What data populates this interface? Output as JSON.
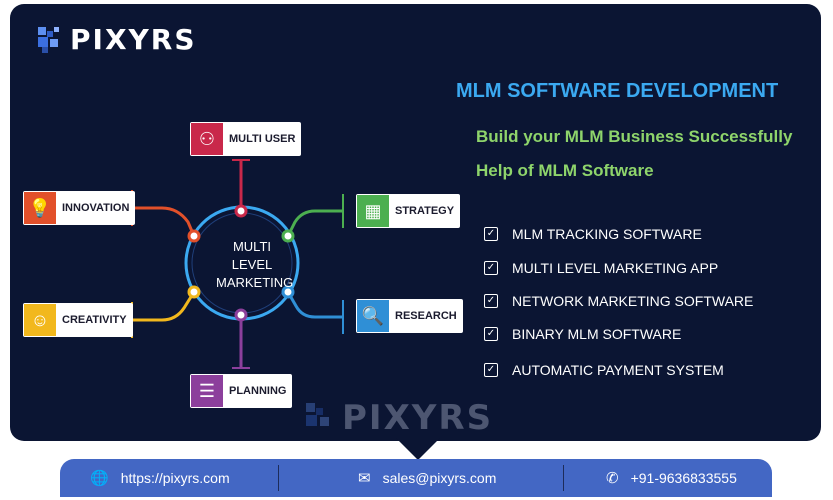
{
  "brand": {
    "name": "PIXYRS"
  },
  "header": {
    "title": "MLM SOFTWARE DEVELOPMENT",
    "subtitle_1": "Build your MLM Business Successfully",
    "subtitle_2": "Help of MLM Software"
  },
  "features": [
    "MLM TRACKING SOFTWARE",
    "MULTI LEVEL MARKETING APP",
    "NETWORK MARKETING SOFTWARE",
    "BINARY MLM SOFTWARE",
    "AUTOMATIC PAYMENT SYSTEM"
  ],
  "diagram": {
    "hub_line_1": "MULTI",
    "hub_line_2": "LEVEL",
    "hub_line_3": "MARKETING",
    "nodes": {
      "multi_user": {
        "label": "MULTI USER",
        "color": "#c9284a",
        "icon": "team-icon"
      },
      "innovation": {
        "label": "INNOVATION",
        "color": "#e2502a",
        "icon": "lightbulb-icon"
      },
      "strategy": {
        "label": "STRATEGY",
        "color": "#4caf50",
        "icon": "strategy-board-icon"
      },
      "creativity": {
        "label": "CREATIVITY",
        "color": "#f2b81d",
        "icon": "creative-head-icon"
      },
      "research": {
        "label": "RESEARCH",
        "color": "#2f8fd6",
        "icon": "magnifier-document-icon"
      },
      "planning": {
        "label": "PLANNING",
        "color": "#8c3f9c",
        "icon": "checklist-icon"
      }
    }
  },
  "footer": {
    "website": "https://pixyrs.com",
    "email": "sales@pixyrs.com",
    "phone": "+91-9636833555"
  }
}
